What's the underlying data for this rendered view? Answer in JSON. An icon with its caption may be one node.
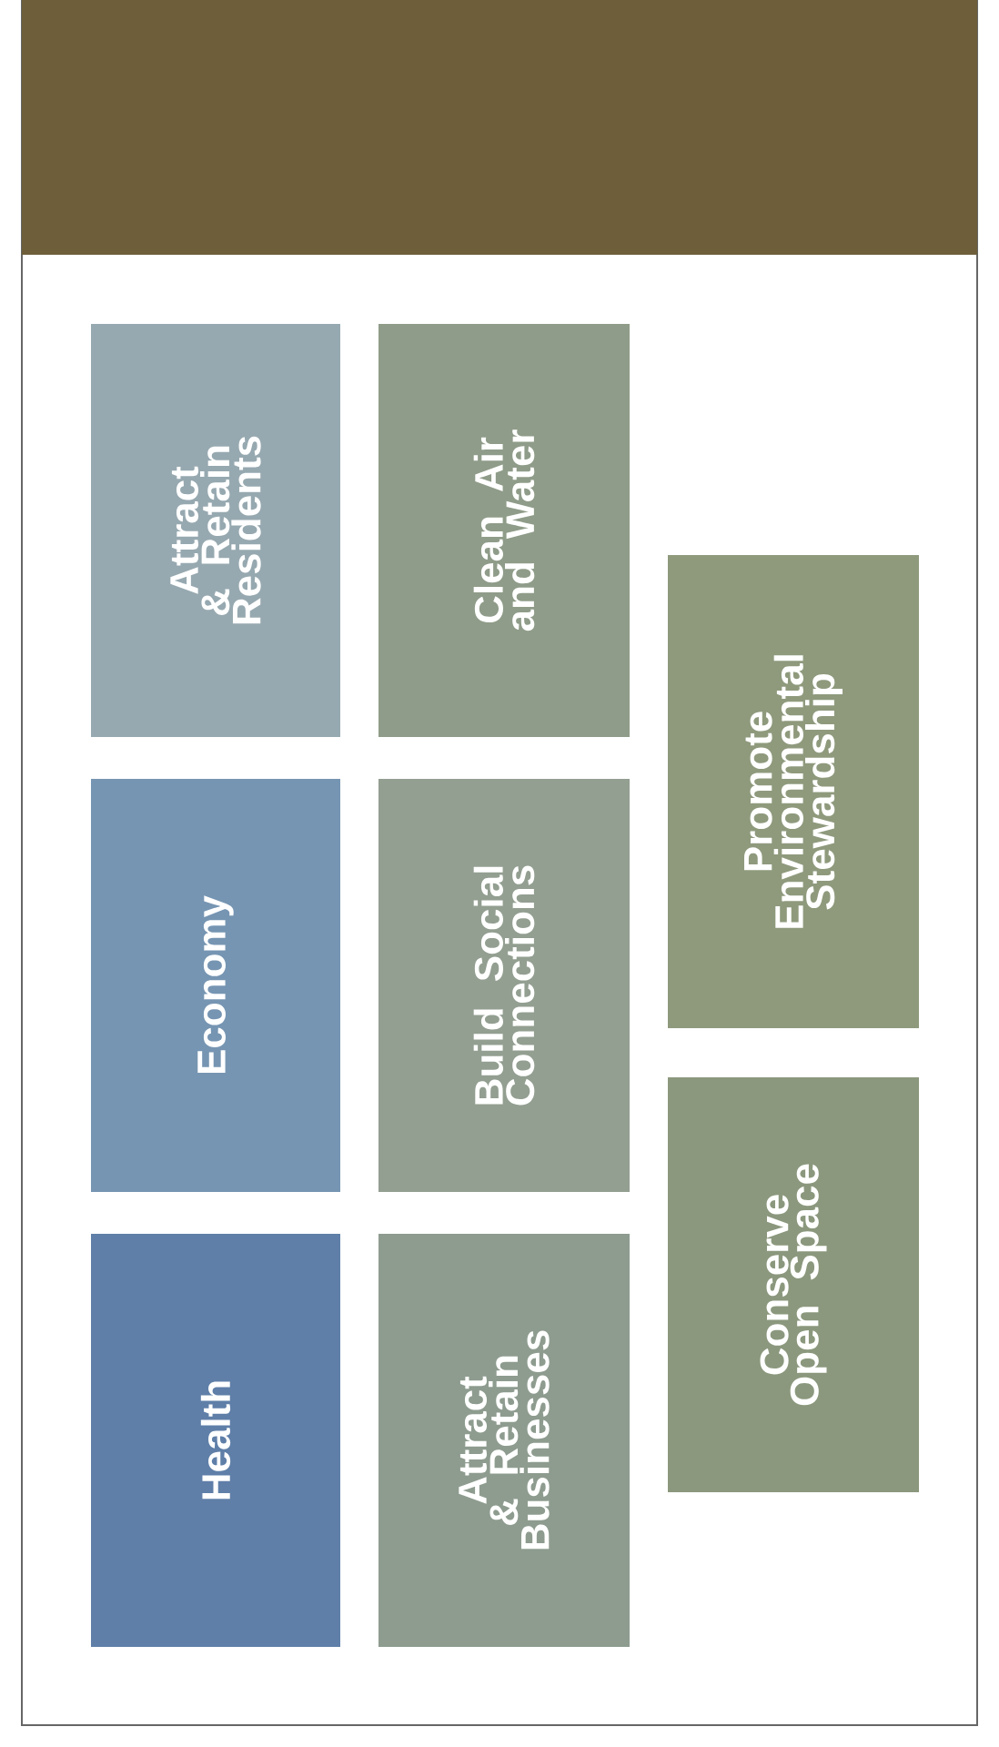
{
  "diagram": {
    "nodes": [
      {
        "text": [
          "Health"
        ]
      },
      {
        "text": [
          "Economy"
        ]
      },
      {
        "text": [
          "Attract & Retain Residents"
        ]
      },
      {
        "text": [
          "Attract & Retain Businesses"
        ]
      },
      {
        "text": [
          "Build Social Connections"
        ]
      },
      {
        "text": [
          "Clean Air and Water"
        ]
      },
      {
        "text": [
          "Conserve Open Space"
        ]
      },
      {
        "text": [
          "Promote Environmental Stewardship"
        ]
      }
    ]
  }
}
